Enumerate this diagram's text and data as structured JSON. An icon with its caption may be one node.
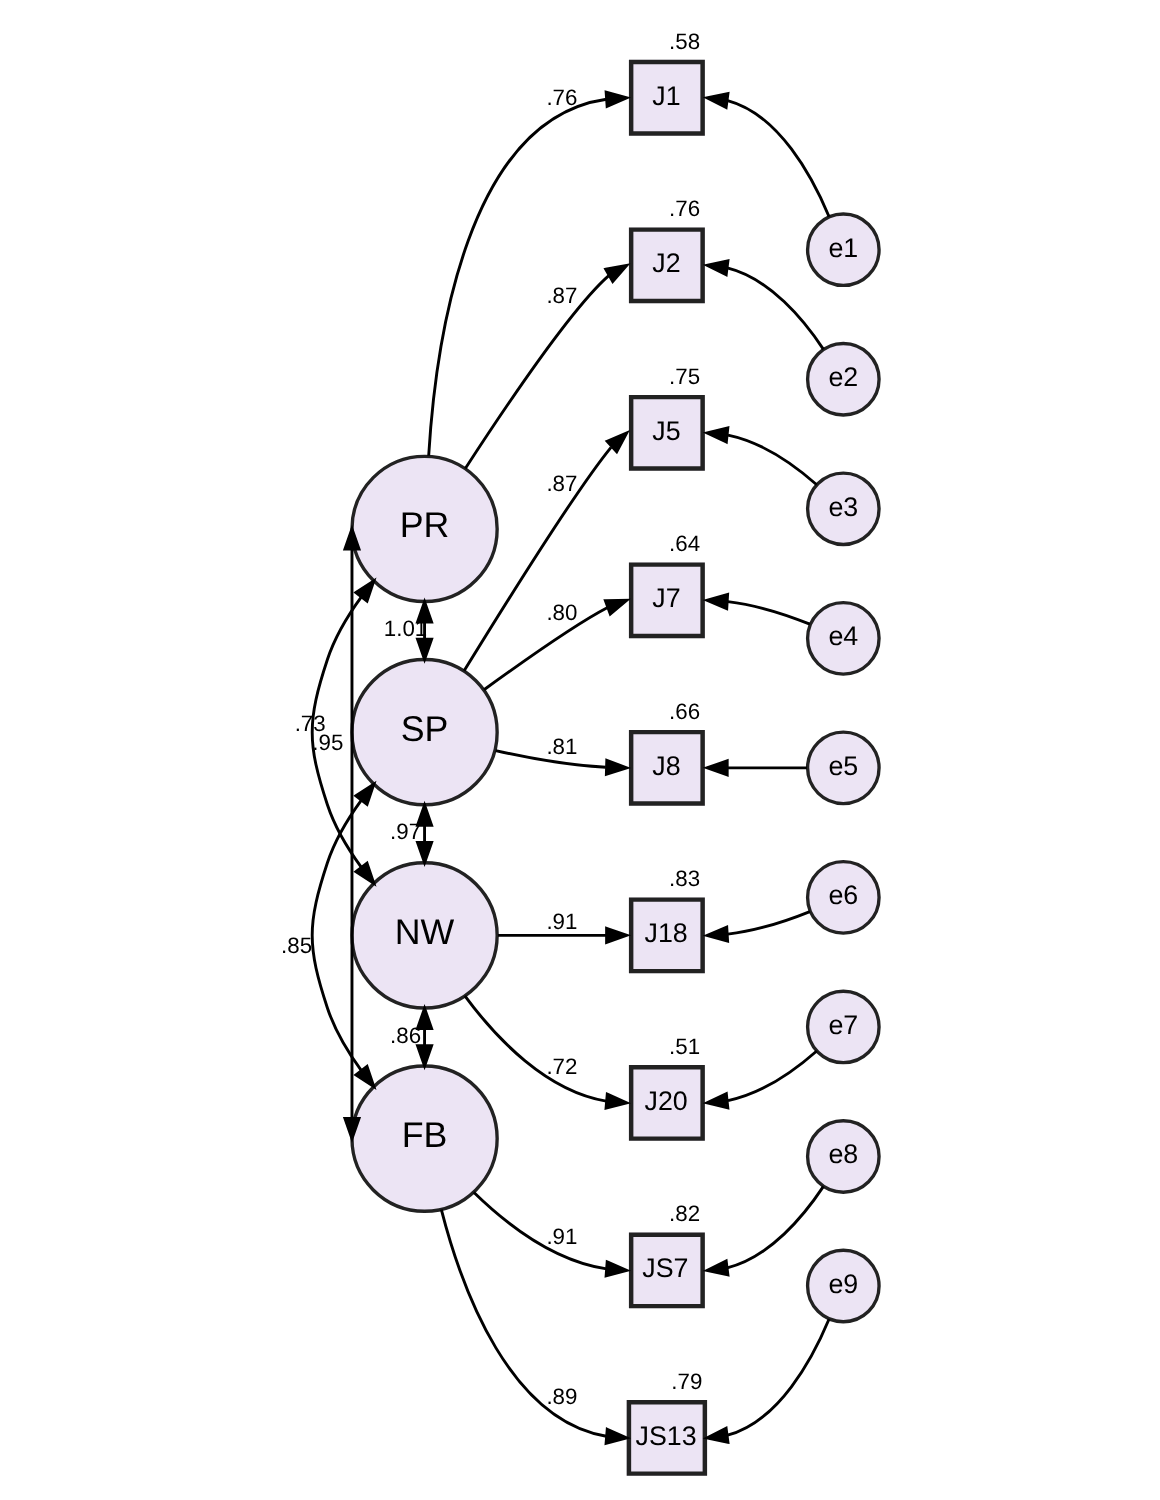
{
  "diagram": {
    "nodes": [
      {
        "text": [
          "PR"
        ]
      },
      {
        "text": [
          "J1"
        ],
        "beside": [
          ".58"
        ]
      },
      {
        "text": [
          "e1"
        ]
      },
      {
        "text": [
          "J2"
        ],
        "beside": [
          ".76"
        ]
      },
      {
        "text": [
          "e2"
        ]
      },
      {
        "text": [
          "SP"
        ]
      },
      {
        "text": [
          "J5"
        ],
        "beside": [
          ".75"
        ]
      },
      {
        "text": [
          "e3"
        ]
      },
      {
        "text": [
          "J7"
        ],
        "beside": [
          ".64"
        ]
      },
      {
        "text": [
          "e4"
        ]
      },
      {
        "text": [
          "J8"
        ],
        "beside": [
          ".66"
        ]
      },
      {
        "text": [
          "e5"
        ]
      },
      {
        "text": [
          "NW"
        ]
      },
      {
        "text": [
          "J18"
        ],
        "beside": [
          ".83"
        ]
      },
      {
        "text": [
          "e6"
        ]
      },
      {
        "text": [
          "J20"
        ],
        "beside": [
          ".51"
        ]
      },
      {
        "text": [
          "e7"
        ]
      },
      {
        "text": [
          "FB"
        ]
      },
      {
        "text": [
          "JS7"
        ],
        "beside": [
          ".82"
        ]
      },
      {
        "text": [
          "e8"
        ]
      },
      {
        "text": [
          "JS13"
        ],
        "beside": [
          ".79"
        ]
      },
      {
        "text": [
          "e9"
        ]
      }
    ],
    "edges": [
      {
        "from": 0,
        "to": 1,
        "arrow": "to",
        "label": ".76"
      },
      {
        "from": 0,
        "to": 3,
        "arrow": "to",
        "label": ".87"
      },
      {
        "from": 2,
        "to": 1,
        "arrow": "to"
      },
      {
        "from": 4,
        "to": 3,
        "arrow": "to"
      },
      {
        "from": 5,
        "to": 6,
        "arrow": "to",
        "label": ".87"
      },
      {
        "from": 5,
        "to": 8,
        "arrow": "to",
        "label": ".80"
      },
      {
        "from": 5,
        "to": 10,
        "arrow": "to",
        "label": ".81"
      },
      {
        "from": 7,
        "to": 6,
        "arrow": "to"
      },
      {
        "from": 9,
        "to": 8,
        "arrow": "to"
      },
      {
        "from": 11,
        "to": 10,
        "arrow": "to"
      },
      {
        "from": 12,
        "to": 13,
        "arrow": "to",
        "label": ".91"
      },
      {
        "from": 12,
        "to": 15,
        "arrow": "to",
        "label": ".72"
      },
      {
        "from": 14,
        "to": 13,
        "arrow": "to"
      },
      {
        "from": 16,
        "to": 15,
        "arrow": "to"
      },
      {
        "from": 17,
        "to": 18,
        "arrow": "to",
        "label": ".91"
      },
      {
        "from": 17,
        "to": 20,
        "arrow": "to",
        "label": ".89"
      },
      {
        "from": 19,
        "to": 18,
        "arrow": "to"
      },
      {
        "from": 21,
        "to": 20,
        "arrow": "to"
      },
      {
        "from": 0,
        "to": 5,
        "arrow": "both",
        "label": "1.01"
      },
      {
        "from": 0,
        "to": 12,
        "arrow": "both",
        "label": ".95"
      },
      {
        "from": 0,
        "to": 17,
        "arrow": "both",
        "label": ".73"
      },
      {
        "from": 5,
        "to": 12,
        "arrow": "both",
        "label": ".97"
      },
      {
        "from": 5,
        "to": 17,
        "arrow": "both",
        "label": ".85"
      },
      {
        "from": 12,
        "to": 17,
        "arrow": "both",
        "label": ".86"
      }
    ]
  }
}
